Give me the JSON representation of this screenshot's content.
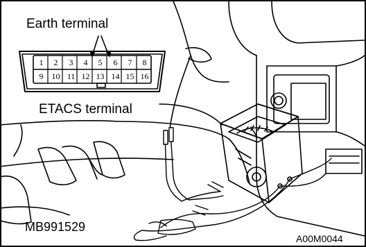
{
  "labels": {
    "earth_terminal": "Earth terminal",
    "etacs_terminal": "ETACS  terminal",
    "tool_code": "MB991529",
    "figure_code": "A00M0044"
  },
  "connector": {
    "top_row": [
      "1",
      "2",
      "3",
      "4",
      "5",
      "6",
      "7",
      "8"
    ],
    "bottom_row": [
      "9",
      "10",
      "11",
      "12",
      "13",
      "14",
      "15",
      "16"
    ]
  }
}
